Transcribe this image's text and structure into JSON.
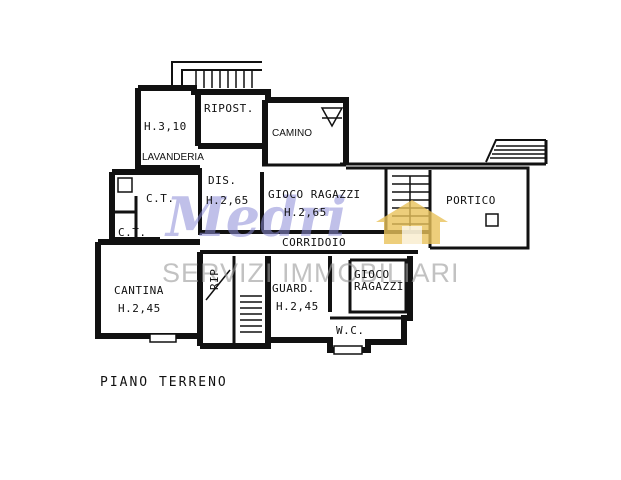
{
  "plan": {
    "caption": "PIANO TERRENO",
    "rooms": {
      "lavanderia_h": "H.3,10",
      "lavanderia": "LAVANDERIA",
      "ripost": "RIPOST.",
      "camino": "CAMINO",
      "dis": "DIS.",
      "dis_h": "H.2,65",
      "ct": "C.T.",
      "ct_small": "C.T.",
      "gioco_1": "GIOCO RAGAZZI",
      "gioco_1_h": "H.2,65",
      "portico": "PORTICO",
      "corridoio": "CORRIDOIO",
      "cantina": "CANTINA",
      "cantina_h": "H.2,45",
      "rip": "RIP",
      "guard": "GUARD.",
      "guard_h": "H.2,45",
      "gioco_2_a": "GIOCO",
      "gioco_2_b": "RAGAZZI",
      "wc": "W.C."
    }
  },
  "watermark": {
    "name": "Medri",
    "sub": "SERVIZI IMMOBILIARI",
    "logo_color": "#d4a017"
  }
}
